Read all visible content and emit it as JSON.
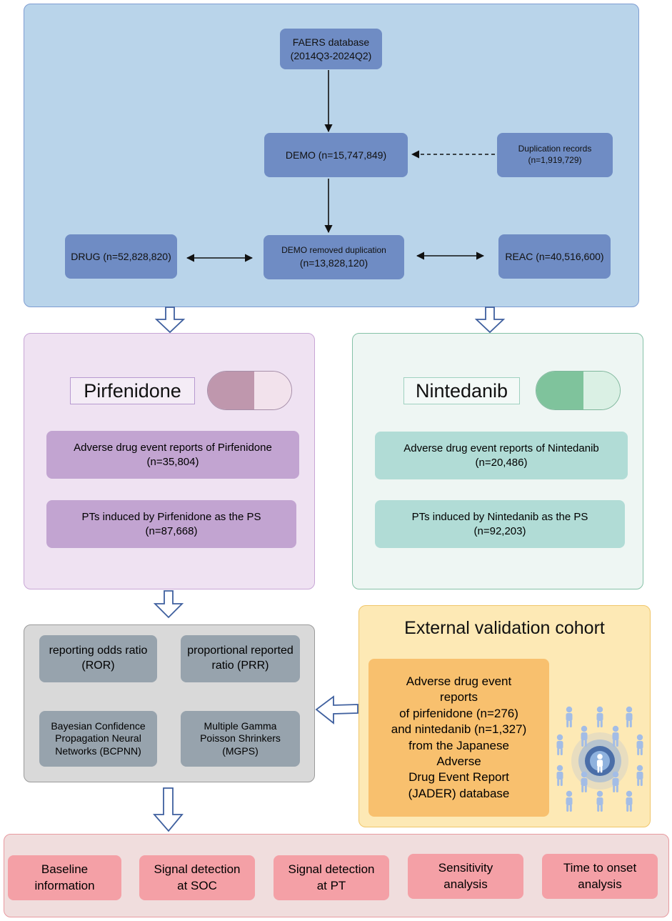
{
  "colors": {
    "top_panel": "#b9d4ea",
    "blue_box": "#6f8cc4",
    "pirf_panel": "#efe2f2",
    "pirf_box": "#c2a4d1",
    "nint_panel": "#eef6f3",
    "nint_box": "#b1dcd6",
    "methods_panel": "#d9d9d9",
    "methods_box": "#97a3ad",
    "external_panel": "#fde9b5",
    "external_box": "#f8c06e",
    "outcome_panel": "#f0dddd",
    "outcome_box": "#f4a0a6"
  },
  "faers": {
    "database": {
      "line1": "FAERS database",
      "line2": "(2014Q3-2024Q2)"
    },
    "demo": "DEMO (n=15,747,849)",
    "duplication": {
      "line1": "Duplication records",
      "line2": "(n=1,919,729)"
    },
    "drug": "DRUG (n=52,828,820)",
    "demo_removed": {
      "line1": "DEMO removed duplication",
      "line2": "(n=13,828,120)"
    },
    "reac": "REAC (n=40,516,600)"
  },
  "pirfenidone": {
    "title": "Pirfenidone",
    "reports": {
      "line1": "Adverse drug event reports of Pirfenidone",
      "line2": "(n=35,804)"
    },
    "pts": {
      "line1": "PTs induced by Pirfenidone as the PS",
      "line2": "(n=87,668)"
    }
  },
  "nintedanib": {
    "title": "Nintedanib",
    "reports": {
      "line1": "Adverse drug event reports of Nintedanib",
      "line2": "(n=20,486)"
    },
    "pts": {
      "line1": "PTs induced by Nintedanib as the PS",
      "line2": "(n=92,203)"
    }
  },
  "methods": {
    "ror": {
      "line1": "reporting odds ratio",
      "line2": "(ROR)"
    },
    "prr": {
      "line1": "proportional reported",
      "line2": "ratio (PRR)"
    },
    "bcpnn": {
      "line1": "Bayesian Confidence",
      "line2": "Propagation Neural",
      "line3": "Networks (BCPNN)"
    },
    "mgps": {
      "line1": "Multiple Gamma",
      "line2": "Poisson Shrinkers",
      "line3": "(MGPS)"
    }
  },
  "external": {
    "title": "External validation cohort",
    "lines": [
      "Adverse drug event",
      "reports",
      "of pirfenidone (n=276)",
      "and nintedanib (n=1,327)",
      "from the Japanese",
      "Adverse",
      "Drug Event Report",
      "(JADER) database"
    ]
  },
  "outcomes": [
    {
      "line1": "Baseline",
      "line2": "information"
    },
    {
      "line1": "Signal detection",
      "line2": "at SOC"
    },
    {
      "line1": "Signal detection",
      "line2": "at PT"
    },
    {
      "line1": "Sensitivity",
      "line2": "analysis"
    },
    {
      "line1": "Time to onset",
      "line2": "analysis"
    }
  ]
}
